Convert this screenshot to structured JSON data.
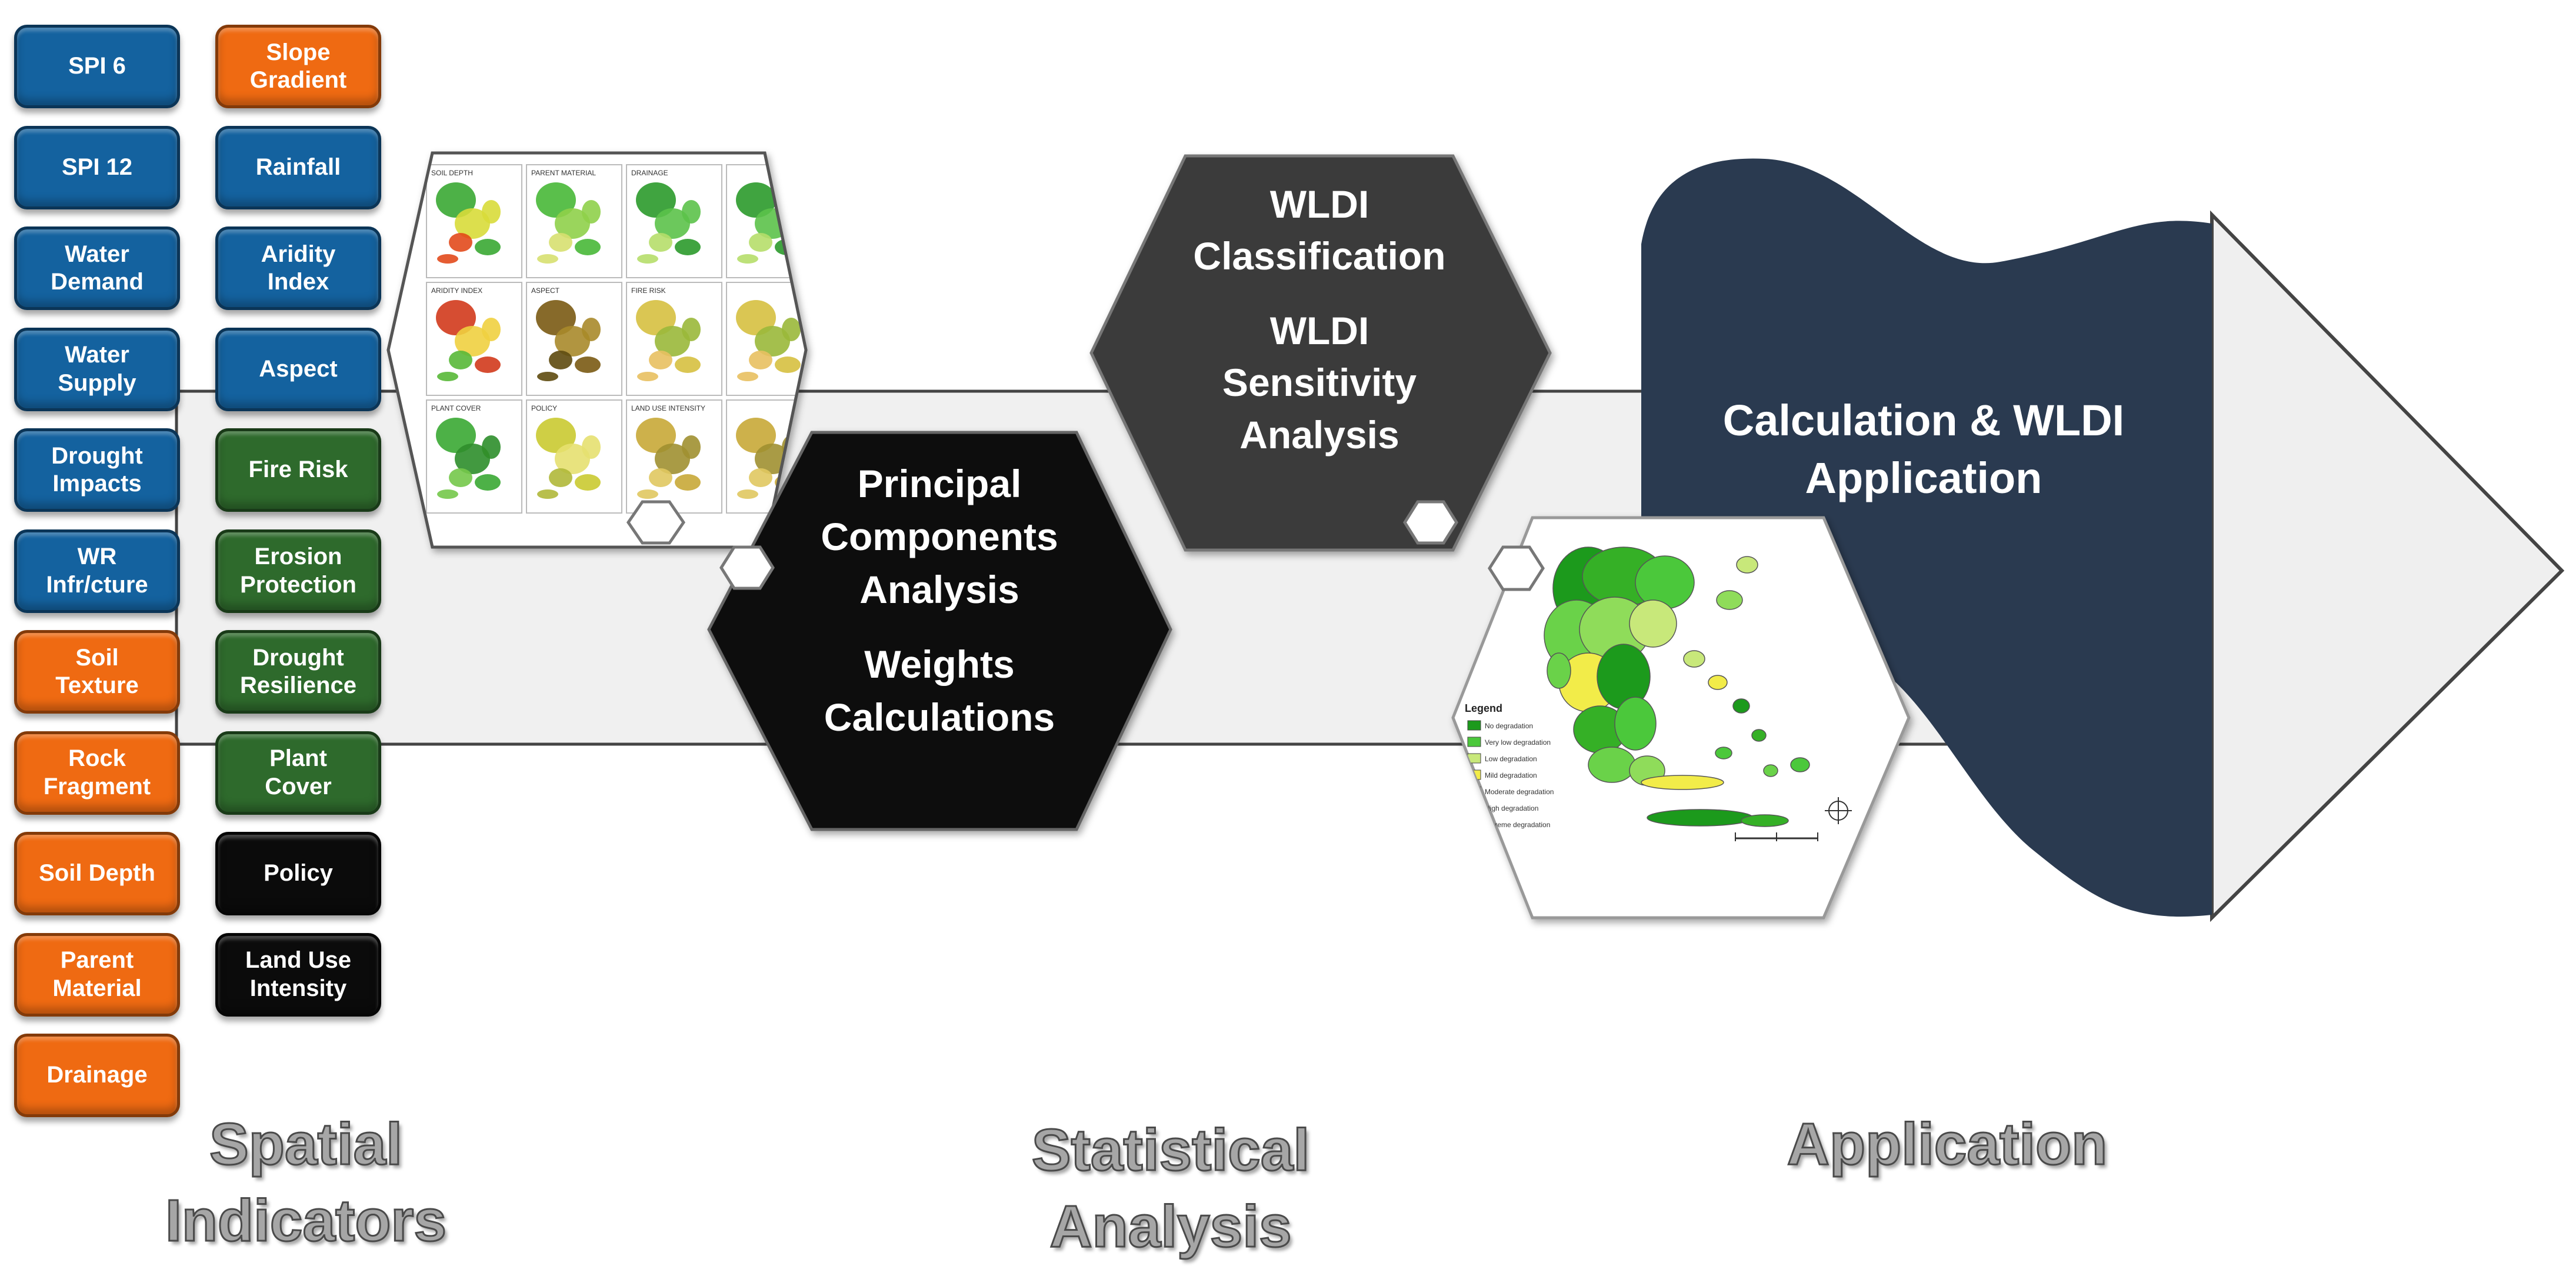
{
  "colors": {
    "blue": "#14629f",
    "orange": "#ef6a12",
    "green": "#2e6a2c",
    "black": "#0b0b0b",
    "navy": "#2a3a50",
    "dark_hex": "#3a3a3a",
    "band": "#f0f0f0"
  },
  "indicators_left": [
    {
      "label": "SPI 6",
      "color": "blue"
    },
    {
      "label": "SPI 12",
      "color": "blue"
    },
    {
      "label": "Water\nDemand",
      "color": "blue"
    },
    {
      "label": "Water\nSupply",
      "color": "blue"
    },
    {
      "label": "Drought\nImpacts",
      "color": "blue"
    },
    {
      "label": "WR\nInfr/cture",
      "color": "blue"
    },
    {
      "label": "Soil\nTexture",
      "color": "orange"
    },
    {
      "label": "Rock\nFragment",
      "color": "orange"
    },
    {
      "label": "Soil Depth",
      "color": "orange"
    },
    {
      "label": "Parent\nMaterial",
      "color": "orange"
    },
    {
      "label": "Drainage",
      "color": "orange"
    }
  ],
  "indicators_right": [
    {
      "label": "Slope\nGradient",
      "color": "orange"
    },
    {
      "label": "Rainfall",
      "color": "blue"
    },
    {
      "label": "Aridity\nIndex",
      "color": "blue"
    },
    {
      "label": "Aspect",
      "color": "blue"
    },
    {
      "label": "Fire Risk",
      "color": "green"
    },
    {
      "label": "Erosion\nProtection",
      "color": "green"
    },
    {
      "label": "Drought\nResilience",
      "color": "green"
    },
    {
      "label": "Plant\nCover",
      "color": "green"
    },
    {
      "label": "Policy",
      "color": "black"
    },
    {
      "label": "Land Use\nIntensity",
      "color": "black"
    }
  ],
  "pca_hex": {
    "line1": "Principal",
    "line2": "Components",
    "line3": "Analysis",
    "line4": "Weights",
    "line5": "Calculations"
  },
  "wldi_hex": {
    "line1": "WLDI",
    "line2": "Classification",
    "line3": "WLDI",
    "line4": "Sensitivity",
    "line5": "Analysis"
  },
  "application_box": {
    "line1": "Calculation & WLDI",
    "line2": "Application"
  },
  "map_thumbnails": [
    "SOIL DEPTH",
    "PARENT MATERIAL",
    "DRAINAGE",
    "ARIDITY INDEX",
    "ASPECT",
    "FIRE RISK",
    "PLANT COVER",
    "POLICY",
    "LAND USE INTENSITY"
  ],
  "legend": {
    "title": "Legend",
    "items": [
      {
        "label": "No degradation",
        "color": "#1f9a1f"
      },
      {
        "label": "Very low degradation",
        "color": "#4cc83a"
      },
      {
        "label": "Low degradation",
        "color": "#c8e87a"
      },
      {
        "label": "Mild degradation",
        "color": "#f2ec4a"
      },
      {
        "label": "Moderate degradation",
        "color": "#f0a030"
      },
      {
        "label": "High degradation",
        "color": "#e05020"
      },
      {
        "label": "Extreme degradation",
        "color": "#b01010"
      }
    ]
  },
  "stage_labels": {
    "spatial": "Spatial\nIndicators",
    "statistical": "Statistical\nAnalysis",
    "application": "Application"
  }
}
